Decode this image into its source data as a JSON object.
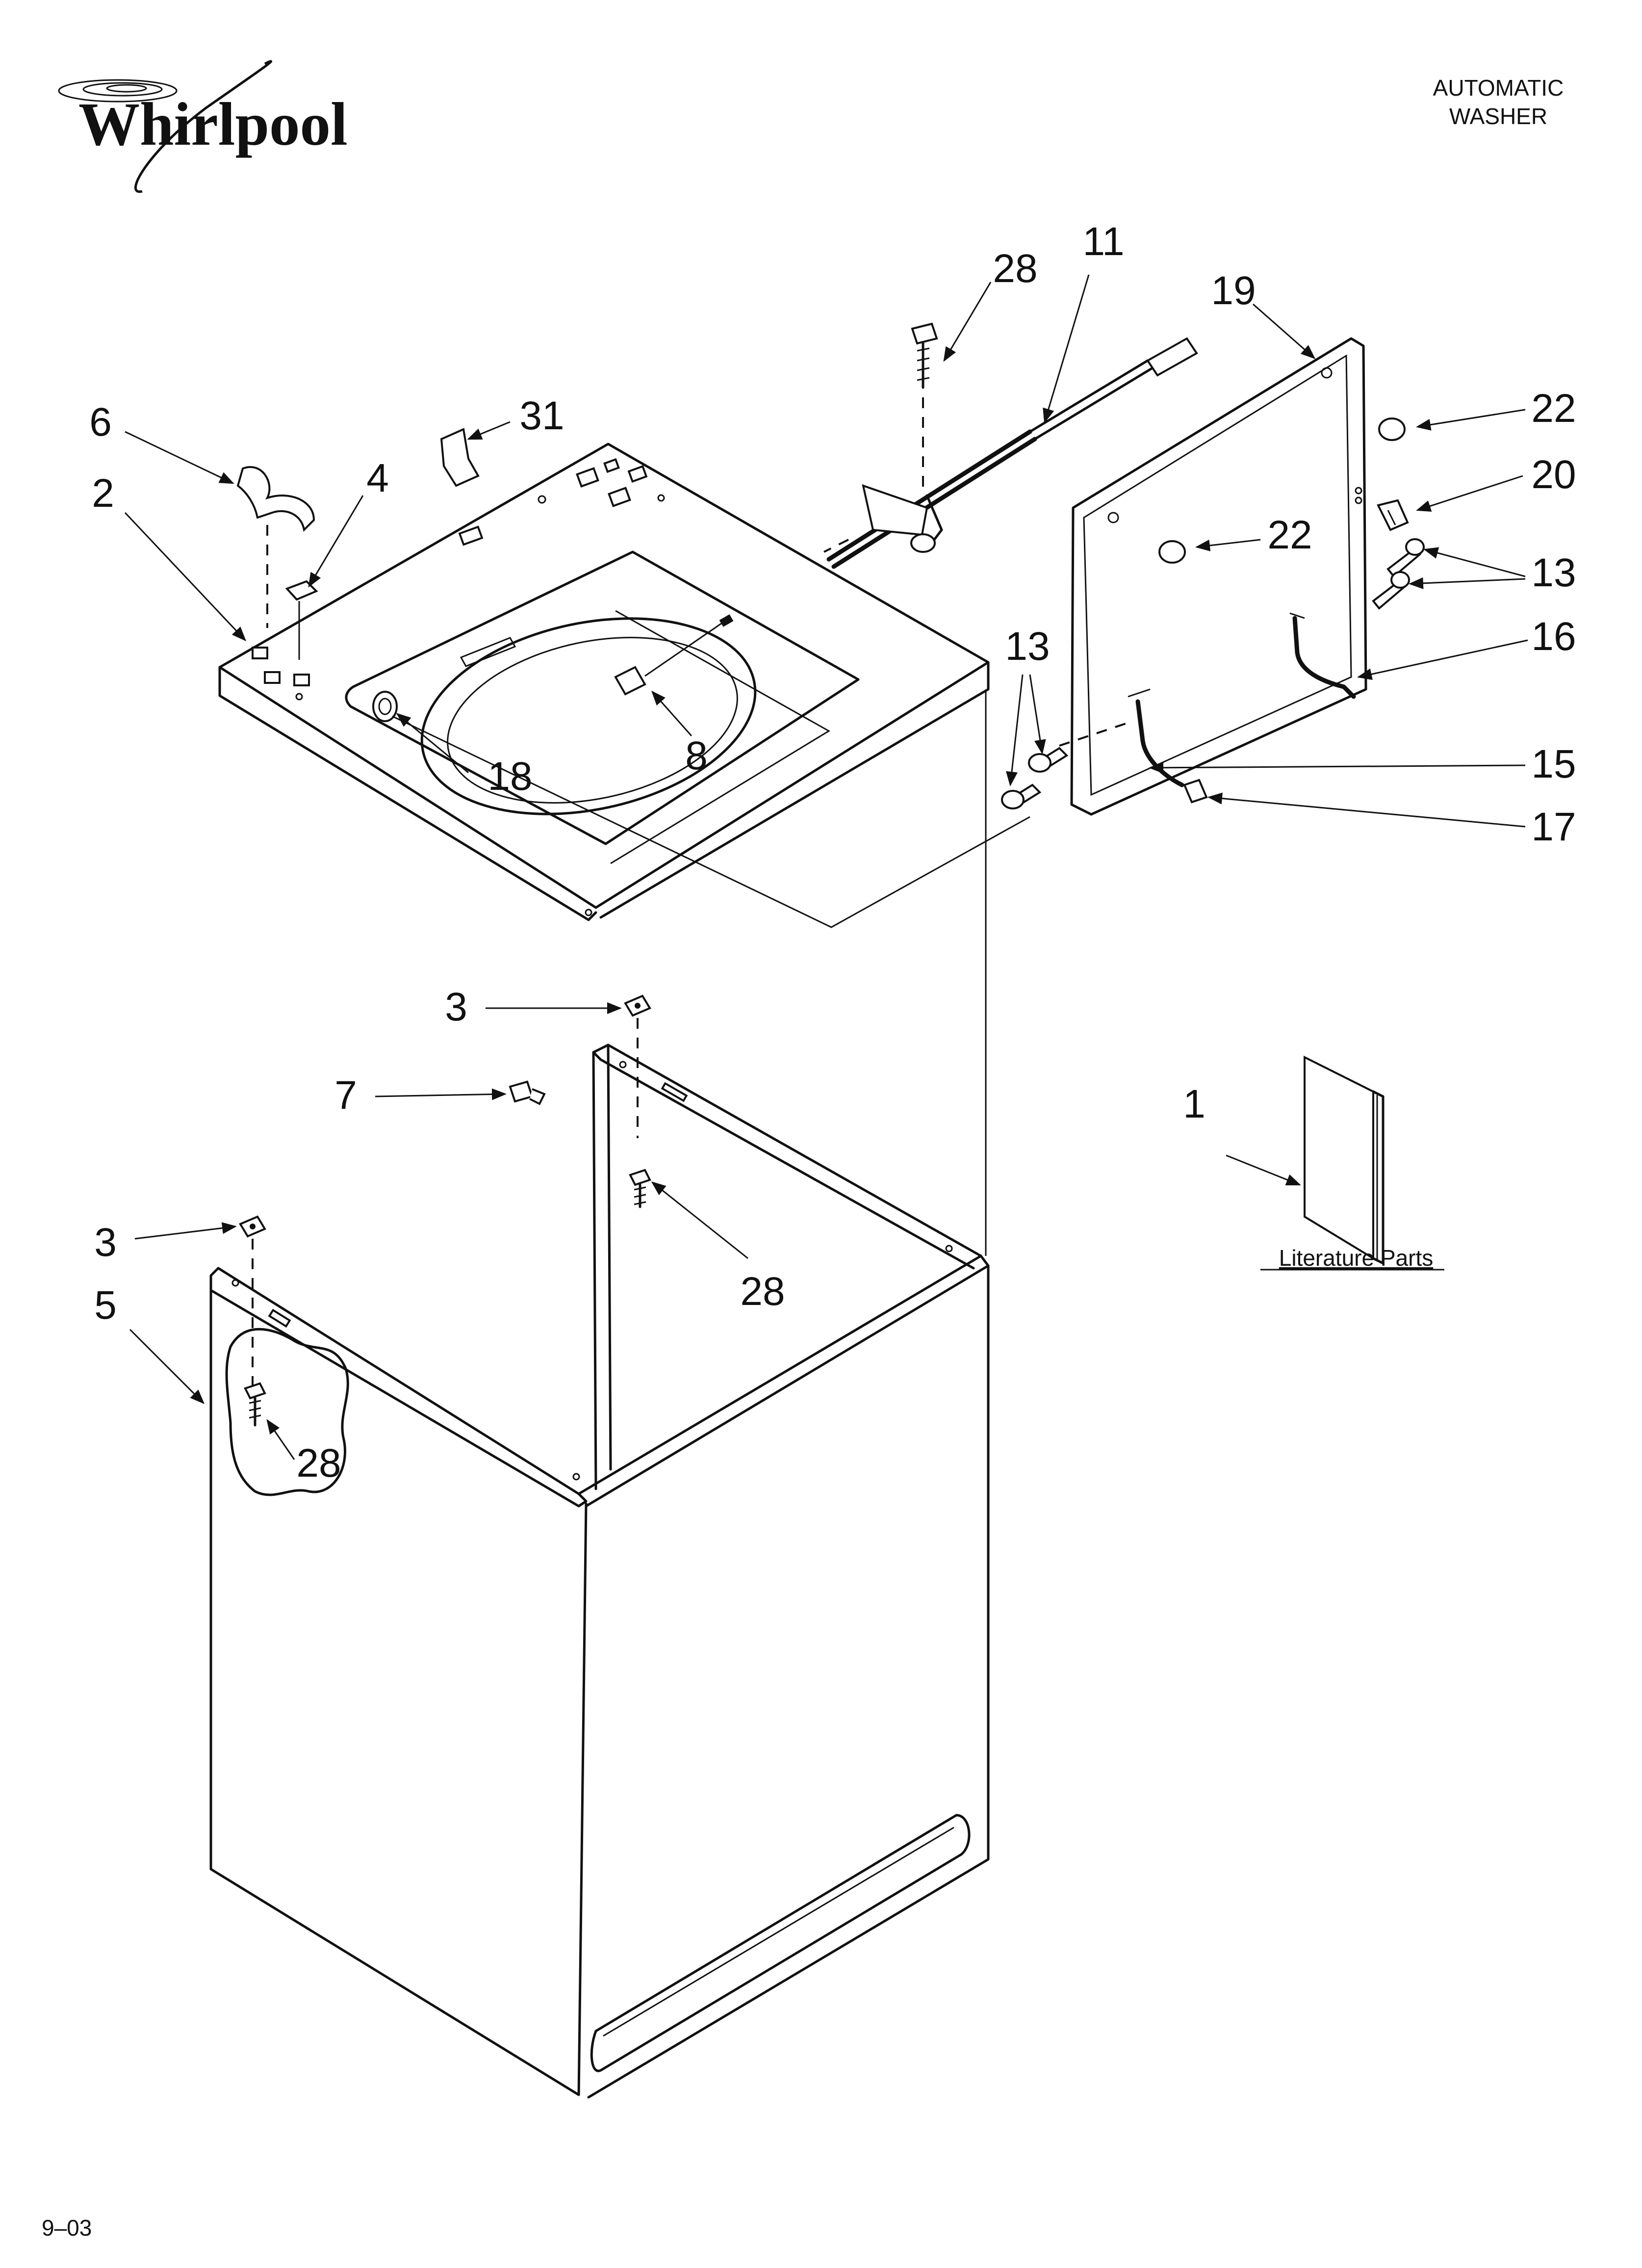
{
  "brand": {
    "name": "Whirlpool"
  },
  "header": {
    "line1": "AUTOMATIC",
    "line2": "WASHER"
  },
  "footer": {
    "code": "9–03"
  },
  "literature": {
    "caption": "Literature Parts"
  },
  "callouts": {
    "c28_top": "28",
    "c11": "11",
    "c19": "19",
    "c22_right": "22",
    "c20": "20",
    "c6": "6",
    "c31": "31",
    "c2": "2",
    "c4": "4",
    "c22_mid": "22",
    "c13_right": "13",
    "c16": "16",
    "c13_left": "13",
    "c8": "8",
    "c18": "18",
    "c15": "15",
    "c17": "17",
    "c3_upper": "3",
    "c7": "7",
    "c1": "1",
    "c28_mid": "28",
    "c3_lower": "3",
    "c5": "5",
    "c28_low": "28"
  }
}
